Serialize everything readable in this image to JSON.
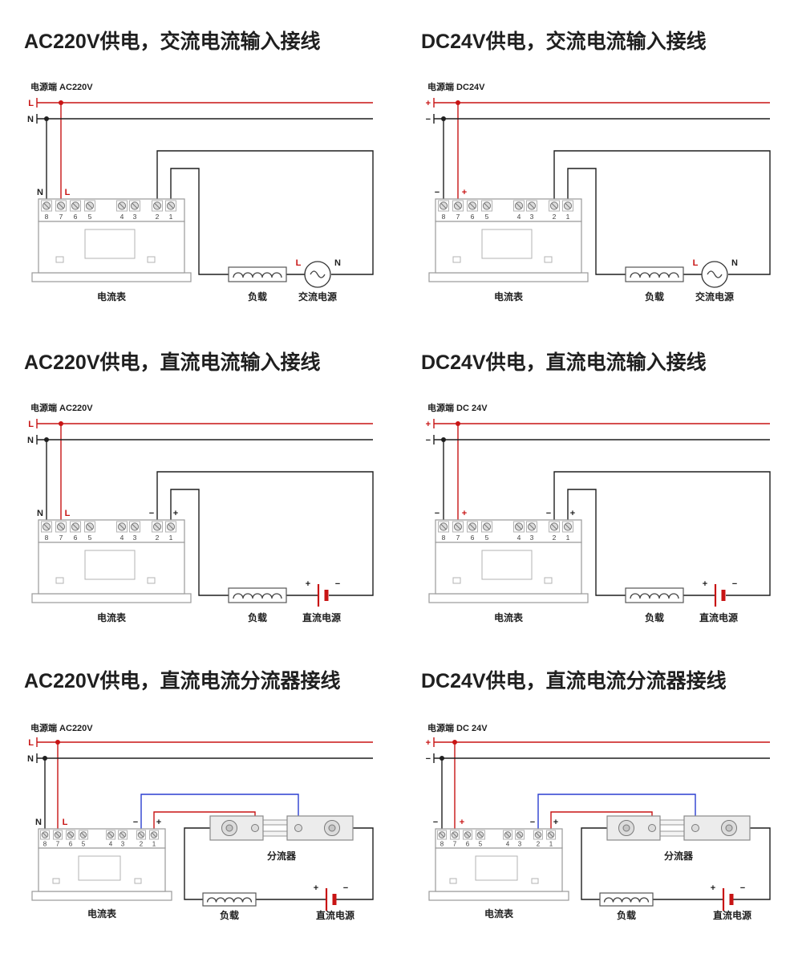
{
  "colors": {
    "red": "#c81414",
    "black": "#1f1f1f",
    "blue": "#2b3fd0",
    "gray": "#9a9a9a",
    "bg": "#ffffff"
  },
  "terminals": [
    "8",
    "7",
    "6",
    "5",
    "4",
    "3",
    "2",
    "1"
  ],
  "panels": [
    {
      "title": "AC220V供电，交流电流输入接线",
      "power_label": "电源端 AC220V",
      "rail_top": "L",
      "rail_bottom": "N",
      "term8": "N",
      "term7": "L",
      "meter": "电流表",
      "load": "负载",
      "source": "交流电源",
      "src_left": "L",
      "src_right": "N"
    },
    {
      "title": "DC24V供电，交流电流输入接线",
      "power_label": "电源端 DC24V",
      "rail_top": "+",
      "rail_bottom": "−",
      "term8": "−",
      "term7": "+",
      "meter": "电流表",
      "load": "负载",
      "source": "交流电源",
      "src_left": "L",
      "src_right": "N"
    },
    {
      "title": "AC220V供电，直流电流输入接线",
      "power_label": "电源端 AC220V",
      "rail_top": "L",
      "rail_bottom": "N",
      "term8": "N",
      "term7": "L",
      "term2": "−",
      "term1": "+",
      "meter": "电流表",
      "load": "负载",
      "source": "直流电源",
      "bat_plus": "+",
      "bat_minus": "−"
    },
    {
      "title": "DC24V供电，直流电流输入接线",
      "power_label": "电源端 DC 24V",
      "rail_top": "+",
      "rail_bottom": "−",
      "term8": "−",
      "term7": "+",
      "term2": "−",
      "term1": "+",
      "meter": "电流表",
      "load": "负载",
      "source": "直流电源",
      "bat_plus": "+",
      "bat_minus": "−"
    },
    {
      "title": "AC220V供电，直流电流分流器接线",
      "power_label": "电源端 AC220V",
      "rail_top": "L",
      "rail_bottom": "N",
      "term8": "N",
      "term7": "L",
      "term2": "−",
      "term1": "+",
      "meter": "电流表",
      "load": "负载",
      "source": "直流电源",
      "shunt": "分流器",
      "bat_plus": "+",
      "bat_minus": "−"
    },
    {
      "title": "DC24V供电，直流电流分流器接线",
      "power_label": "电源端 DC 24V",
      "rail_top": "+",
      "rail_bottom": "−",
      "term8": "−",
      "term7": "+",
      "term2": "−",
      "term1": "+",
      "meter": "电流表",
      "load": "负载",
      "source": "直流电源",
      "shunt": "分流器",
      "bat_plus": "+",
      "bat_minus": "−"
    }
  ]
}
